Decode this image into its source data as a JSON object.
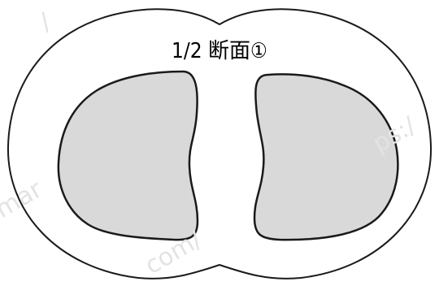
{
  "diagram": {
    "label": "1/2 断面①",
    "colors": {
      "outline": "#1a1a1a",
      "outer_fill": "#ffffff",
      "inner_fill": "#d9d9d9"
    }
  },
  "watermark": {
    "fragments": [
      "/",
      "amar",
      "com/",
      "ps:/"
    ]
  }
}
